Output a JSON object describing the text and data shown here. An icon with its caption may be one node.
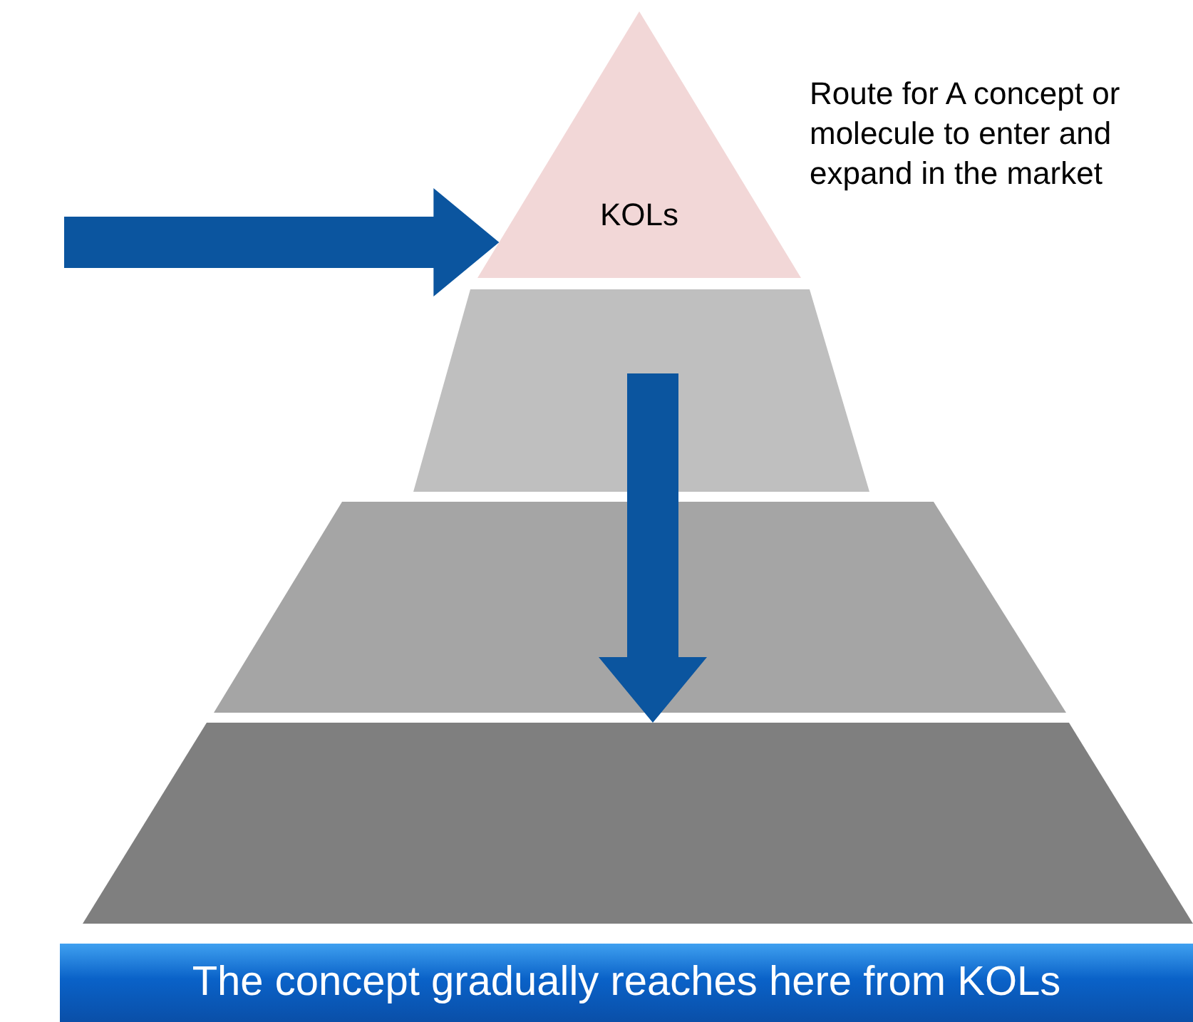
{
  "diagram": {
    "nodes": [
      {
        "text": [
          "KOLs"
        ]
      },
      {
        "text": [],
        "shape": "trapezoid"
      },
      {
        "text": [],
        "shape": "trapezoid"
      },
      {
        "text": [],
        "shape": "trapezoid"
      },
      {
        "text": [
          "The concept gradually reaches here from KOLs"
        ]
      }
    ],
    "edges": [
      {
        "from": null,
        "to": 0,
        "arrow": "to"
      },
      {
        "from": 1,
        "to": 3,
        "arrow": "to"
      }
    ],
    "labels": [
      "Route for A concept or molecule to enter and expand in the market"
    ]
  }
}
